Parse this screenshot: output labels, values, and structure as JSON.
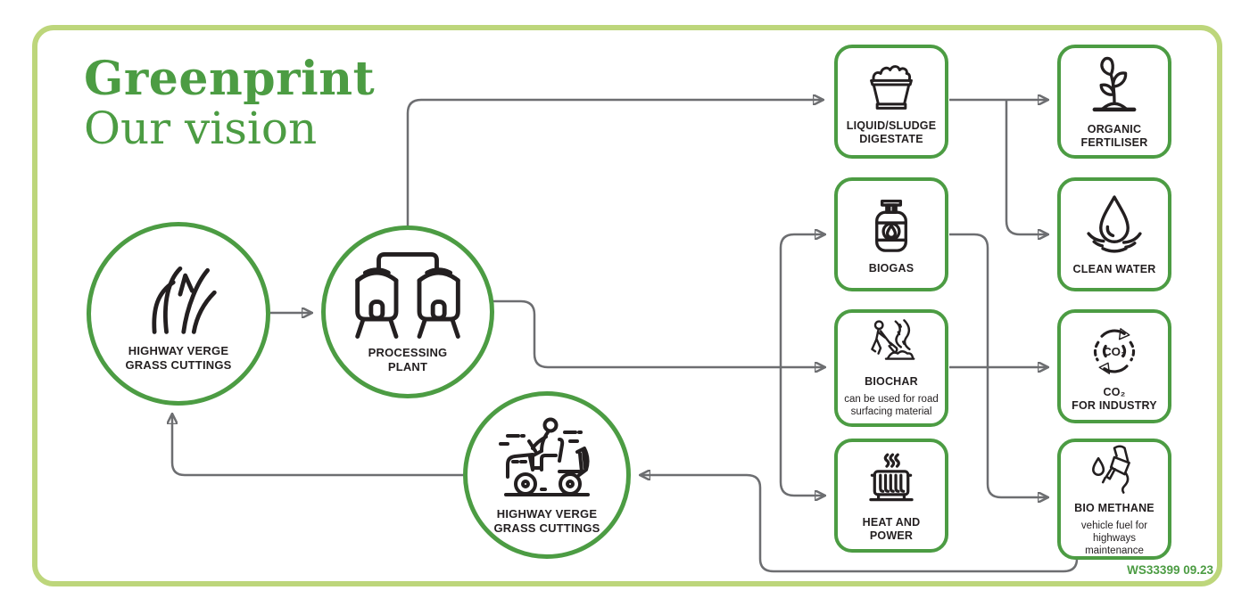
{
  "title": {
    "line1": "Greenprint",
    "line2": "Our vision"
  },
  "footer": "WS33399 09.23",
  "colors": {
    "accent_green": "#4c9c43",
    "frame_light_green": "#bdd67b",
    "connector_gray": "#6d6e71",
    "icon_ink": "#231f20",
    "background": "#ffffff"
  },
  "nodes": {
    "grass": {
      "label": "HIGHWAY VERGE\nGRASS CUTTINGS",
      "icon": "grass-icon"
    },
    "plant": {
      "label": "PROCESSING\nPLANT",
      "icon": "processing-plant-icon"
    },
    "mower": {
      "label": "HIGHWAY VERGE\nGRASS CUTTINGS",
      "icon": "ride-on-mower-icon"
    },
    "digestate": {
      "label": "LIQUID/SLUDGE\nDIGESTATE",
      "icon": "sludge-tub-icon"
    },
    "biogas": {
      "label": "BIOGAS",
      "icon": "gas-cylinder-icon"
    },
    "biochar": {
      "label": "BIOCHAR",
      "sublabel": "can be used for road\nsurfacing material",
      "icon": "road-worker-icon"
    },
    "heat": {
      "label": "HEAT AND POWER",
      "icon": "radiator-icon"
    },
    "fertiliser": {
      "label": "ORGANIC\nFERTILISER",
      "icon": "sprout-icon"
    },
    "water": {
      "label": "CLEAN WATER",
      "icon": "water-drop-icon"
    },
    "co2": {
      "label": "CO₂\nFOR INDUSTRY",
      "icon": "co2-cycle-icon",
      "icon_text": "CO₂"
    },
    "biomethane": {
      "label": "BIO METHANE",
      "sublabel": "vehicle fuel for\nhighways maintenance",
      "icon": "fuel-nozzle-icon"
    }
  },
  "edges": [
    {
      "from": "highway-verge-grass-cuttings",
      "to": "processing-plant"
    },
    {
      "from": "processing-plant",
      "to": "liquid-sludge-digestate"
    },
    {
      "from": "processing-plant",
      "to": "biochar"
    },
    {
      "from": "processing-plant",
      "to": "biogas"
    },
    {
      "from": "processing-plant",
      "to": "heat-and-power"
    },
    {
      "from": "liquid-sludge-digestate",
      "to": "organic-fertiliser"
    },
    {
      "from": "liquid-sludge-digestate",
      "to": "clean-water"
    },
    {
      "from": "biochar",
      "to": "co2-for-industry"
    },
    {
      "from": "biogas",
      "to": "co2-for-industry"
    },
    {
      "from": "biogas",
      "to": "bio-methane"
    },
    {
      "from": "bio-methane",
      "to": "highway-verge-grass-cuttings-mowing"
    },
    {
      "from": "highway-verge-grass-cuttings-mowing",
      "to": "highway-verge-grass-cuttings"
    }
  ]
}
